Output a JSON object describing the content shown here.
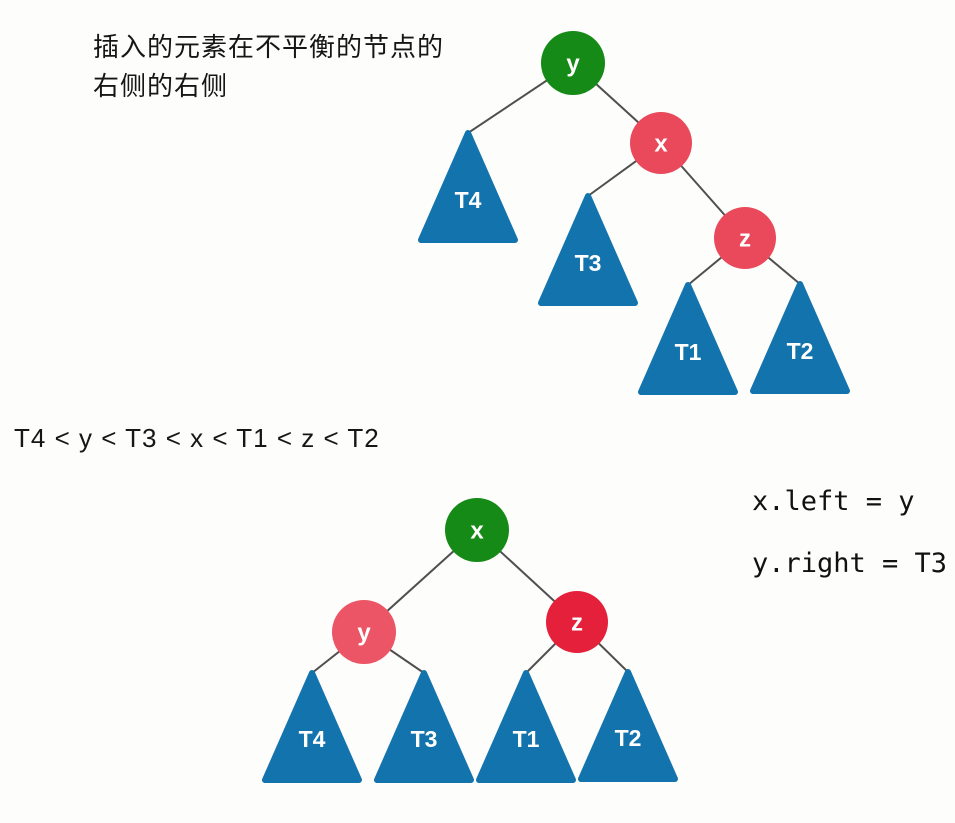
{
  "colors": {
    "green": "#168a16",
    "red": "#e9495a",
    "red_light": "#ec5565",
    "red_deep": "#e4203a",
    "blue": "#1373ad",
    "edge": "#4f4f4f"
  },
  "annotation": {
    "line1": "插入的元素在不平衡的节点的",
    "line2": "右侧的右侧"
  },
  "inequality": "T4 < y < T3 < x < T1 < z < T2",
  "code": {
    "line1": "x.left = y",
    "line2": "y.right = T3"
  },
  "tree_before": {
    "nodes": {
      "root": {
        "label": "y"
      },
      "right": {
        "label": "x"
      },
      "right_right": {
        "label": "z"
      }
    },
    "subtrees": {
      "t4": "T4",
      "t3": "T3",
      "t1": "T1",
      "t2": "T2"
    }
  },
  "tree_after": {
    "nodes": {
      "root": {
        "label": "x"
      },
      "left": {
        "label": "y"
      },
      "right": {
        "label": "z"
      }
    },
    "subtrees": {
      "t4": "T4",
      "t3": "T3",
      "t1": "T1",
      "t2": "T2"
    }
  }
}
